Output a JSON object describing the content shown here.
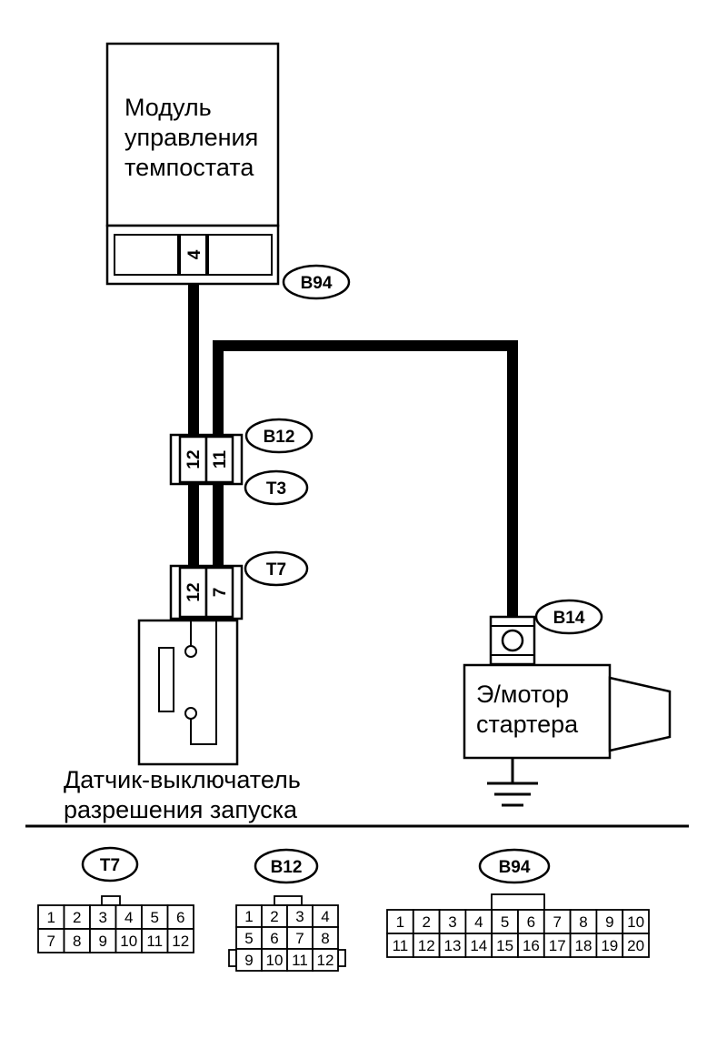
{
  "module": {
    "label_lines": [
      "Модуль",
      "управления",
      "темпостата"
    ],
    "pin": "4",
    "connector": "B94"
  },
  "connectors": {
    "b12": {
      "tag": "B12",
      "pins": [
        "12",
        "11"
      ]
    },
    "t3": {
      "tag": "T3"
    },
    "t7": {
      "tag": "T7",
      "pins": [
        "12",
        "7"
      ]
    },
    "b14": {
      "tag": "B14"
    }
  },
  "switch": {
    "label_lines": [
      "Датчик-выключатель",
      "разрешения запуска"
    ]
  },
  "starter": {
    "label_lines": [
      "Э/мотор",
      "стартера"
    ]
  },
  "pinouts": {
    "t7": {
      "tag": "T7",
      "rows": [
        [
          "1",
          "2",
          "3",
          "4",
          "5",
          "6"
        ],
        [
          "7",
          "8",
          "9",
          "10",
          "11",
          "12"
        ]
      ]
    },
    "b12": {
      "tag": "B12",
      "rows": [
        [
          "1",
          "2",
          "3",
          "4"
        ],
        [
          "5",
          "6",
          "7",
          "8"
        ],
        [
          "9",
          "10",
          "11",
          "12"
        ]
      ]
    },
    "b94": {
      "tag": "B94",
      "rows": [
        [
          "1",
          "2",
          "3",
          "4",
          "5",
          "6",
          "7",
          "8",
          "9",
          "10"
        ],
        [
          "11",
          "12",
          "13",
          "14",
          "15",
          "16",
          "17",
          "18",
          "19",
          "20"
        ]
      ]
    }
  }
}
